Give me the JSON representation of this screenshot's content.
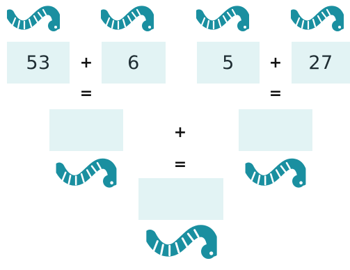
{
  "colors": {
    "worm": "#1a8fa0",
    "worm_dark": "#15707f",
    "box_fill": "#e2f3f4",
    "text": "#1f2d33"
  },
  "icons": {
    "worm": "caterpillar-icon"
  },
  "left_puzzle": {
    "a": "53",
    "plus": "+",
    "b": "6",
    "equals": "=",
    "answer": ""
  },
  "right_puzzle": {
    "a": "5",
    "plus": "+",
    "b": "27",
    "equals": "=",
    "answer": ""
  },
  "bottom": {
    "plus": "+",
    "equals": "=",
    "answer": ""
  }
}
